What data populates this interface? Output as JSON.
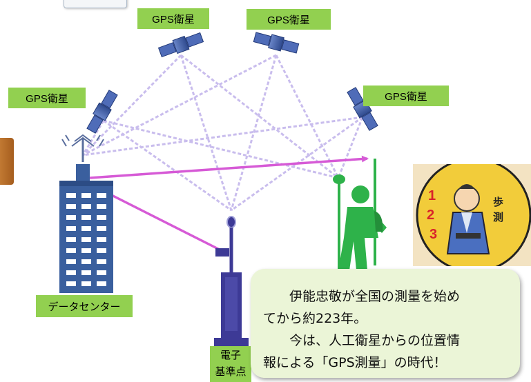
{
  "labels": {
    "sat1": "GPS衛星",
    "sat2": "GPS衛星",
    "sat3": "GPS衛星",
    "sat4": "GPS衛星",
    "data_center": "データセンター",
    "station_line1": "電子",
    "station_line2": "基準点"
  },
  "caption": {
    "line1": "伊能忠敬が全国の測量を始め",
    "line2": "てから約223年。",
    "line3": "今は、人工衛星からの位置情",
    "line4": "報による「GPS測量」の時代！"
  },
  "illustration": {
    "sign_text": "歩測",
    "counter_text": "1.2.3..."
  },
  "colors": {
    "label_bg": "#92d050",
    "signal_line": "#b8a8e8",
    "data_arrow": "#d65ad6",
    "building": "#3a5f9e",
    "surveyor": "#2eb24a",
    "station": "#3d3a96",
    "caption_bg": "#ebf5d7"
  }
}
